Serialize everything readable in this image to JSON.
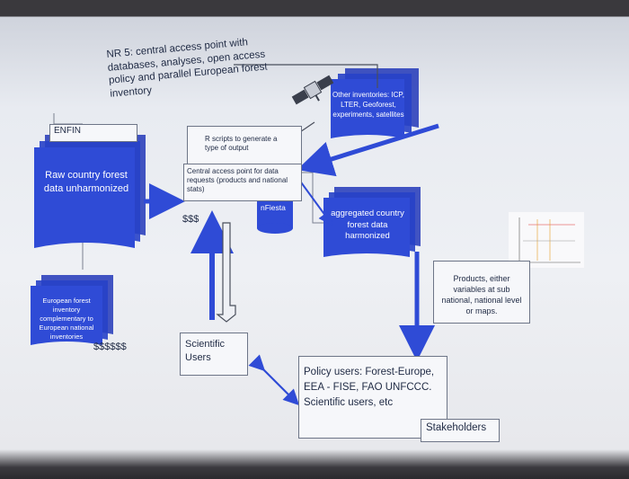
{
  "title": "NR 5: central access point with databases, analyses, open access policy and parallel European forest inventory",
  "enfin": "ENFIN",
  "raw_data": "Raw country forest data unharmonized",
  "european_inventory": "European forest inventory complementary to European national inventories",
  "cost_large": "$$$$$$",
  "r_scripts": "R scripts to generate a type of output",
  "central_access": "Central access point for data requests (products and national stats)",
  "cost_small": "$$$",
  "nfiesta": "nFiesta",
  "other_inventories": "Other inventories: ICP, LTER, Geoforest, experiments, satellites",
  "aggregated": "aggregated country forest data harmonized",
  "products": "Products, either variables at sub national, national level or maps.",
  "scientific_users": "Scientific Users",
  "policy_users": "Policy users: Forest-Europe, EEA - FISE, FAO UNFCCC. Scientific users, etc",
  "stakeholders": "Stakeholders",
  "colors": {
    "blue": "#2f4bd6",
    "blue_dark": "#2237b8",
    "box_border": "#6d7587"
  },
  "icons": [
    "satellite-icon",
    "database-cylinder-icon",
    "chart-thumbnail-icon"
  ]
}
